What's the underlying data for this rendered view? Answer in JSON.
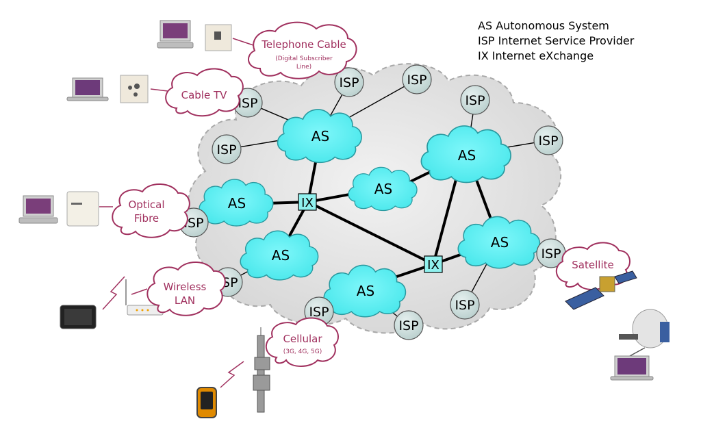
{
  "legend": [
    "AS Autonomous System",
    "ISP Internet Service Provider",
    "IX Internet eXchange"
  ],
  "labels": {
    "as": "AS",
    "isp": "ISP",
    "ix": "IX"
  },
  "access": {
    "telephone_title": "Telephone Cable",
    "telephone_sub1": "(Digital Subscriber",
    "telephone_sub2": "Line)",
    "cable_tv": "Cable TV",
    "optical_1": "Optical",
    "optical_2": "Fibre",
    "wireless_1": "Wireless",
    "wireless_2": "LAN",
    "cellular_title": "Cellular",
    "cellular_sub": "(3G, 4G, 5G)",
    "satellite": "Satellite"
  },
  "colors": {
    "as_fill": "#66f2f5",
    "isp_fill": "#cfe0df",
    "ix_fill": "#8ff1ee",
    "bubble_border": "#a0305e",
    "bubble_text": "#a0305e",
    "cloud_fill": "#e6e6e6",
    "cloud_border": "#a8a8a8"
  }
}
